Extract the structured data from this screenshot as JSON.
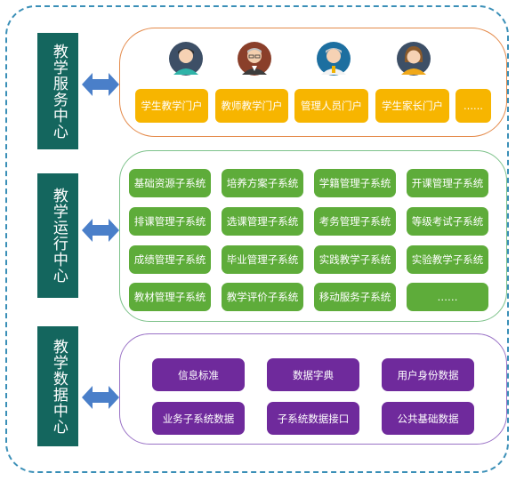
{
  "service_center": {
    "title": "教学服务中心",
    "portal_users": [
      {
        "icon": "student-avatar-icon"
      },
      {
        "icon": "teacher-avatar-icon"
      },
      {
        "icon": "admin-avatar-icon"
      },
      {
        "icon": "parent-avatar-icon"
      }
    ],
    "portals": [
      "学生教学门户",
      "教师教学门户",
      "管理人员门户",
      "学生家长门户",
      "......"
    ]
  },
  "operation_center": {
    "title": "教学运行中心",
    "subsystems": [
      "基础资源子系统",
      "培养方案子系统",
      "学籍管理子系统",
      "开课管理子系统",
      "排课管理子系统",
      "选课管理子系统",
      "考务管理子系统",
      "等级考试子系统",
      "成绩管理子系统",
      "毕业管理子系统",
      "实践教学子系统",
      "实验教学子系统",
      "教材管理子系统",
      "教学评价子系统",
      "移动服务子系统",
      "……"
    ]
  },
  "data_center": {
    "title": "教学数据中心",
    "items": [
      "信息标准",
      "数据字典",
      "用户身份数据",
      "业务子系统数据",
      "子系统数据接口",
      "公共基础数据"
    ]
  },
  "colors": {
    "center_block": "#14665e",
    "arrow": "#4a7fc9",
    "service_border": "#e48a4a",
    "operation_border": "#7dc28a",
    "data_border": "#9a72c6",
    "portal_chip": "#f7b500",
    "subsystem_chip": "#5eac3a",
    "data_chip": "#6f2a9c",
    "outer_dashed_border": "#3a8fb7"
  }
}
